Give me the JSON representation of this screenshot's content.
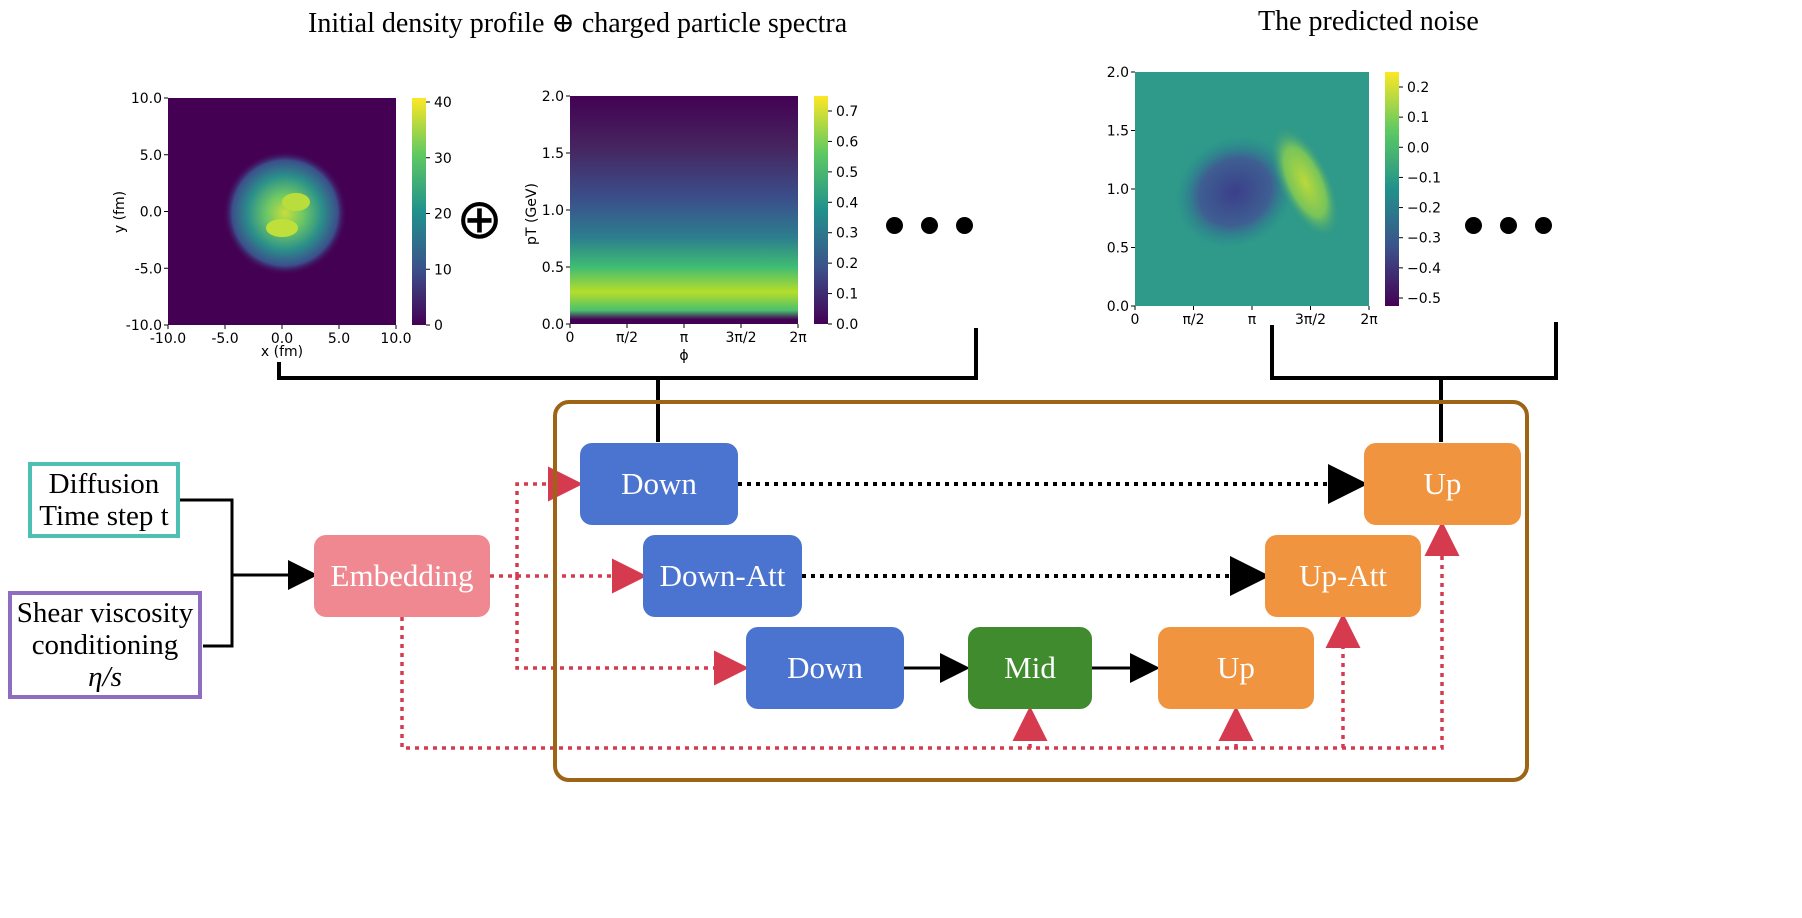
{
  "titles": {
    "input_title": "Initial density profile ⊕ charged particle spectra",
    "output_title": "The predicted noise"
  },
  "symbols": {
    "oplus": "⊕",
    "ellipsis": "• • •"
  },
  "inputs": {
    "diffusion_line1": "Diffusion",
    "diffusion_line2": "Time step t",
    "shear_line1": "Shear viscosity",
    "shear_line2": "conditioning",
    "shear_line3": "η/s"
  },
  "blocks": {
    "embedding": "Embedding",
    "down1": "Down",
    "down_att": "Down-Att",
    "down2": "Down",
    "mid": "Mid",
    "up_low": "Up",
    "up_att": "Up-Att",
    "up_top": "Up"
  },
  "colors": {
    "down": "#4a74cf",
    "up": "#f0943f",
    "mid": "#3f8b2d",
    "embedding": "#f08892",
    "unet_border": "#9c6414",
    "diffusion_border": "#4dbfb3",
    "shear_border": "#8e6cbf",
    "red_arrow": "#d63a4e"
  },
  "plots": {
    "density": {
      "xlabel": "x (fm)",
      "ylabel": "y (fm)",
      "xticks": [
        "-10.0",
        "-5.0",
        "0.0",
        "5.0",
        "10.0"
      ],
      "yticks": [
        "10.0",
        "5.0",
        "0.0",
        "-5.0",
        "-10.0"
      ],
      "cbar_ticks": [
        "40",
        "30",
        "20",
        "10",
        "0"
      ]
    },
    "spectra": {
      "xlabel": "ϕ",
      "ylabel": "pT (GeV)",
      "xticks": [
        "0",
        "π/2",
        "π",
        "3π/2",
        "2π"
      ],
      "yticks": [
        "2.0",
        "1.5",
        "1.0",
        "0.5",
        "0.0"
      ],
      "cbar_ticks": [
        "0.7",
        "0.6",
        "0.5",
        "0.4",
        "0.3",
        "0.2",
        "0.1",
        "0.0"
      ]
    },
    "noise": {
      "xticks": [
        "0",
        "π/2",
        "π",
        "3π/2",
        "2π"
      ],
      "yticks": [
        "2.0",
        "1.5",
        "1.0",
        "0.5",
        "0.0"
      ],
      "cbar_ticks": [
        "0.2",
        "0.1",
        "0.0",
        "−0.1",
        "−0.2",
        "−0.3",
        "−0.4",
        "−0.5"
      ]
    }
  }
}
